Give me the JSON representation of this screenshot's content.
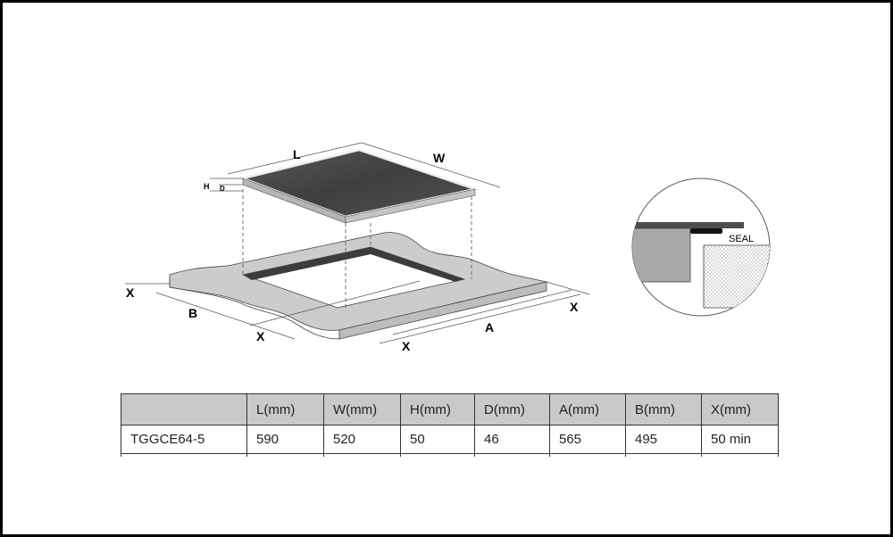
{
  "diagram": {
    "labels": {
      "length": "L",
      "width": "W",
      "height": "H",
      "depth": "D",
      "cutout_a": "A",
      "cutout_b": "B",
      "clearance": "X",
      "seal": "SEAL"
    },
    "colors": {
      "hob_top": "#4a4a4a",
      "hob_edge": "#b5b5b5",
      "countertop": "#cccccc",
      "cutout_wall": "#3c3c3c",
      "seal": "#111111",
      "detail_block": "#a9a9a9"
    }
  },
  "table": {
    "headers": [
      "",
      "L(mm)",
      "W(mm)",
      "H(mm)",
      "D(mm)",
      "A(mm)",
      "B(mm)",
      "X(mm)"
    ],
    "rows": [
      [
        "TGGCE64-5",
        "590",
        "520",
        "50",
        "46",
        "565",
        "495",
        "50 min"
      ]
    ],
    "header_bg": "#c9c9c9"
  }
}
